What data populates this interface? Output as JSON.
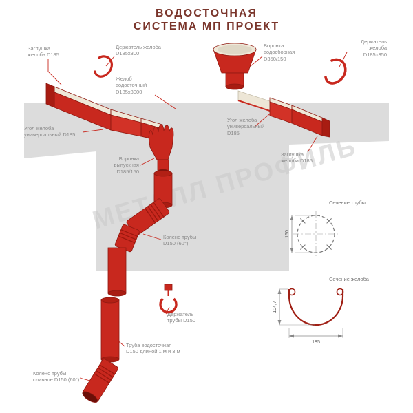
{
  "title": {
    "line1": "ВОДОСТОЧНАЯ",
    "line2": "СИСТЕМА МП ПРОЕКТ"
  },
  "watermark": "МЕТАЛЛ ПРОФИЛЬ",
  "labels": {
    "endcap_left": "Заглушка\nжелоба D185",
    "holder_gutter_left": "Держатель желоба\nD185х300",
    "funnel_collect": "Воронка\nводосборная\nD350/150",
    "holder_gutter_right": "Держатель\nжелоба\nD185х350",
    "gutter": "Желоб\nводосточный\nD185х3000",
    "corner_left": "Угол желоба\nуниверсальный D185",
    "corner_right": "Угол желоба\nуниверсальный\nD185",
    "endcap_right": "Заглушка\nжелоба D185",
    "funnel_outlet": "Воронка\nвыпускная\nD185/150",
    "elbow_upper": "Колено трубы\nD150 (60°)",
    "holder_pipe": "Держатель\nтрубы D150",
    "pipe": "Труба водосточная\nD150 длиной 1 м и 3 м",
    "elbow_drain": "Колено трубы\nсливное D150 (60°)"
  },
  "sections": {
    "pipe": {
      "title": "Сечение трубы",
      "diameter": "150"
    },
    "gutter": {
      "title": "Сечение желоба",
      "height": "104,7",
      "width": "185"
    }
  },
  "colors": {
    "red": "#C8281E",
    "dark_red": "#A81C12",
    "outline_red": "#8F1A12",
    "cream": "#EFE8D8",
    "wall_gray": "#DCDCDC",
    "label_gray": "#8A8A8A",
    "title_color": "#7A352B"
  }
}
